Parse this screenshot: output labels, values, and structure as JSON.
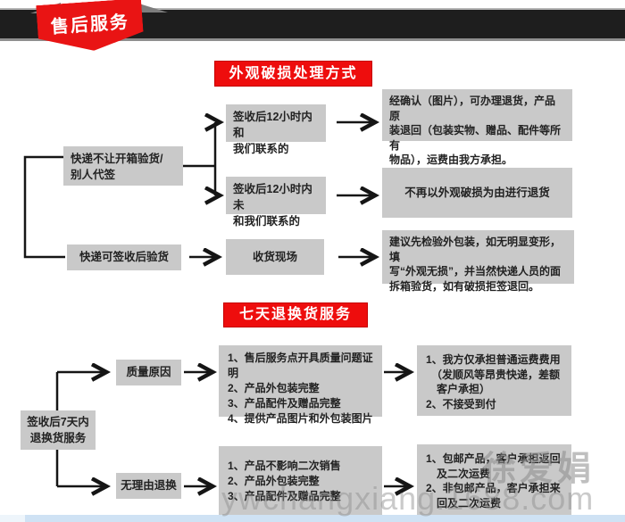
{
  "banner": {
    "label": "售后服务"
  },
  "section1": {
    "title": "外观破损处理方式",
    "box_no_open_check": "快递不让开箱验货/\n别人代签",
    "box_contact_within_12h": "签收后12小时内和\n我们联系的",
    "box_not_contact_within_12h": "签收后12小时内未\n和我们联系的",
    "box_confirmed_return_policy": "经确认（图片），可办理退货，产品原\n装退回（包装实物、赠品、配件等所有\n物品），运费由我方承担。",
    "box_no_damage_return": "不再以外观破损为由进行退货",
    "box_can_check_after_sign": "快递可签收后验货",
    "box_receiving_scene": "收货现场",
    "box_check_advice": "建议先检验外包装，如无明显变形，填\n写“外观无损”，并当然快递人员的面\n拆箱验货，如有破损拒签退回。"
  },
  "section2": {
    "title": "七天退换货服务",
    "box_7day_service": "签收后7天内\n退换货服务",
    "box_quality_reason": "质量原因",
    "box_no_reason": "无理由退换",
    "box_quality_requirements": "1、售后服务点开具质量问题证明\n2、产品外包装完整\n3、产品配件及赠品完整\n4、提供产品图片和外包装图片",
    "box_quality_freight": "1、我方仅承担普通运费费用\n　（发顺风等昂贵快递，差额\n　客户承担）\n2、不接受到付",
    "box_no_reason_requirements": "1、产品不影响二次销售\n2、产品外包装完整\n3、产品配件及赠品完整",
    "box_no_reason_freight": "1、包邮产品，客户承担返回\n　及二次运费\n2、非包邮产品，客户承担来\n　回及二次运费"
  },
  "watermark": {
    "author": "徐爱娟",
    "site": "ywchangxiang.1688.com"
  },
  "colors": {
    "accent_red": "#ee0d0d",
    "box_gray": "#c9c9c9",
    "banner_black": "#1e1e1e",
    "strip_blue": "#cfe2f4"
  }
}
